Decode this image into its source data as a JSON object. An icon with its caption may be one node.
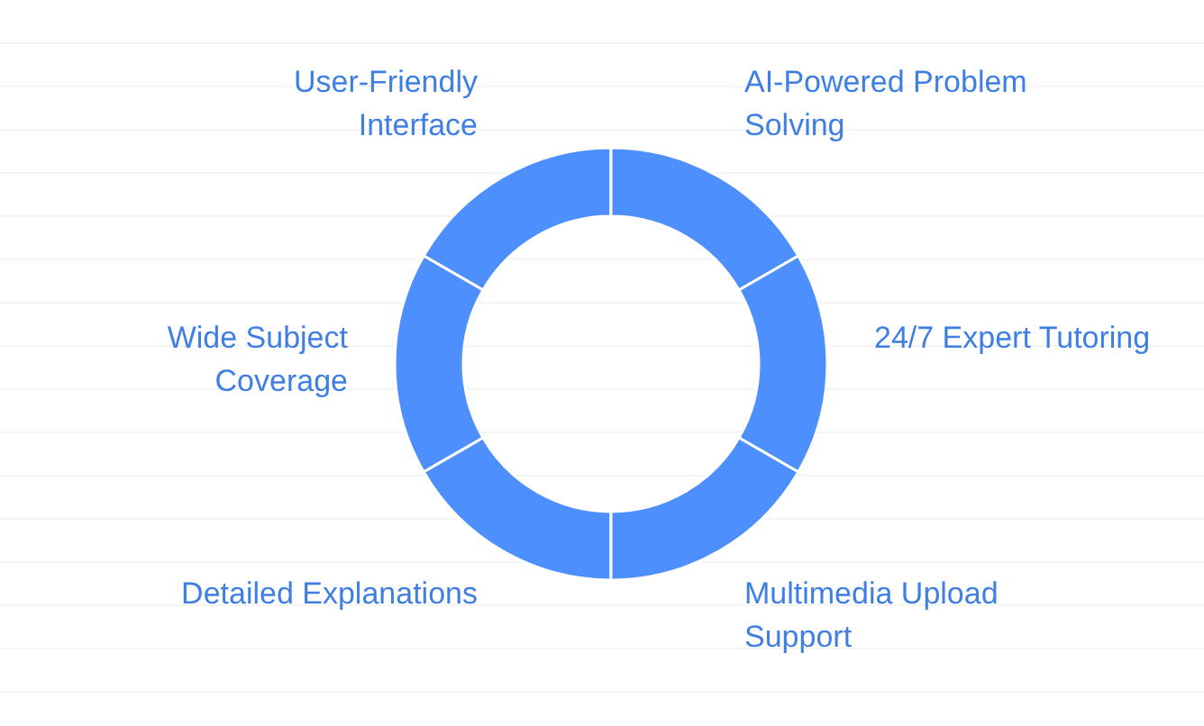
{
  "diagram": {
    "nodes": [
      {
        "text": [],
        "shape": "arc",
        "beside": [
          "User-Friendly Interface"
        ]
      },
      {
        "text": [],
        "shape": "arc",
        "beside": [
          "AI-Powered Problem Solving"
        ]
      },
      {
        "text": [],
        "shape": "arc",
        "beside": [
          "Wide Subject Coverage"
        ]
      },
      {
        "text": [],
        "shape": "arc",
        "beside": [
          "24/7 Expert Tutoring"
        ]
      },
      {
        "text": [],
        "shape": "arc",
        "beside": [
          "Detailed Explanations"
        ]
      },
      {
        "text": [],
        "shape": "arc",
        "beside": [
          "Multimedia Upload Support"
        ]
      }
    ]
  }
}
